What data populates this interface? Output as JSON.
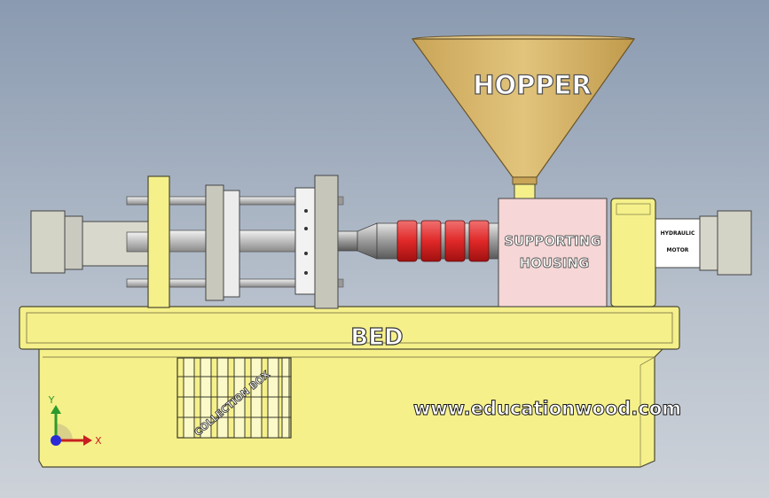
{
  "labels": {
    "hopper": "HOPPER",
    "supporting_housing_line1": "SUPPORTING",
    "supporting_housing_line2": "HOUSING",
    "bed": "BED",
    "collection_box": "COLLECTION BOX",
    "website": "www.educationwood.com",
    "motor_line1": "HYDRAULIC",
    "motor_line2": "MOTOR"
  },
  "axes": {
    "y": "Y",
    "x": "X"
  },
  "colors": {
    "yellow": "#f5f08a",
    "yellow_dark": "#d9d45f",
    "hopper": "#d8b86c",
    "heater": "#e23a3a",
    "housing": "#f6d6d6",
    "grey": "#c8c8c0",
    "steel": "#a8a8a8"
  }
}
